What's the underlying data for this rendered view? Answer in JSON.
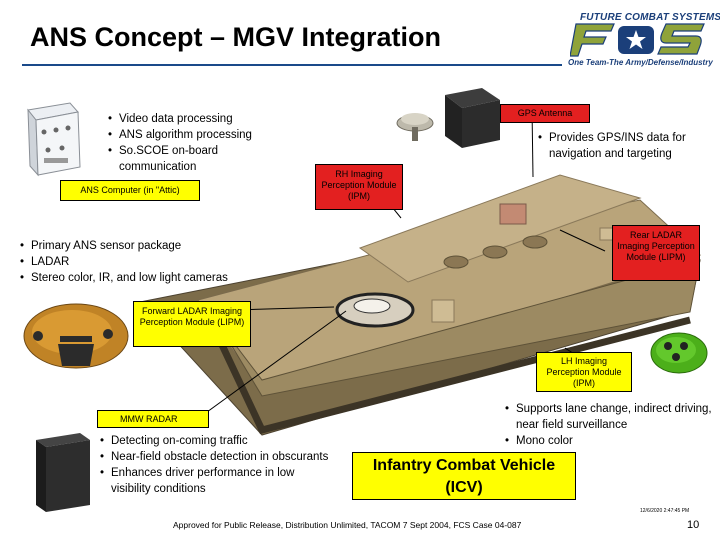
{
  "title": "ANS Concept – MGV Integration",
  "brand": {
    "name": "FUTURE COMBAT SYSTEMS",
    "logo_text": "FCS",
    "tagline": "One Team-The Army/Defense/Industry"
  },
  "labels": {
    "ans_computer": "ANS Computer (in \"Attic)",
    "gps_antenna": "GPS Antenna",
    "rh_imaging": "RH Imaging Perception Module (IPM)",
    "rear_ladar": "Rear LADAR Imaging Perception Module (LIPM)",
    "forward_ladar": "Forward LADAR Imaging Perception Module (LIPM)",
    "lh_imaging": "LH Imaging Perception Module (IPM)",
    "mmw_radar": "MMW RADAR"
  },
  "bullets": {
    "computer": [
      "Video data processing",
      "ANS algorithm processing",
      "So.SCOE on-board communication"
    ],
    "gps": [
      "Provides GPS/INS data for navigation and targeting"
    ],
    "sensor_package": [
      "Primary ANS sensor package",
      "LADAR",
      "Stereo color, IR, and low light cameras"
    ],
    "radar": [
      "Detecting on-coming traffic",
      "Near-field obstacle detection in obscurants",
      "Enhances driver performance in low visibility conditions"
    ],
    "lh": [
      "Supports lane change, indirect driving, near field surveillance",
      "Mono color"
    ]
  },
  "icv": {
    "line1": "Infantry Combat Vehicle",
    "line2": "(ICV)"
  },
  "footer": "Approved for Public Release, Distribution Unlimited, TACOM 7 Sept 2004, FCS Case 04-087",
  "datestamp": "12/6/2020 2:47:45 PM",
  "page_number": "10",
  "colors": {
    "label_red": "#e32020",
    "label_yellow": "#ffff00",
    "vehicle_tan": "#b9a47a",
    "brand_blue": "#1b3f7a",
    "brand_green": "#8fa33a"
  }
}
